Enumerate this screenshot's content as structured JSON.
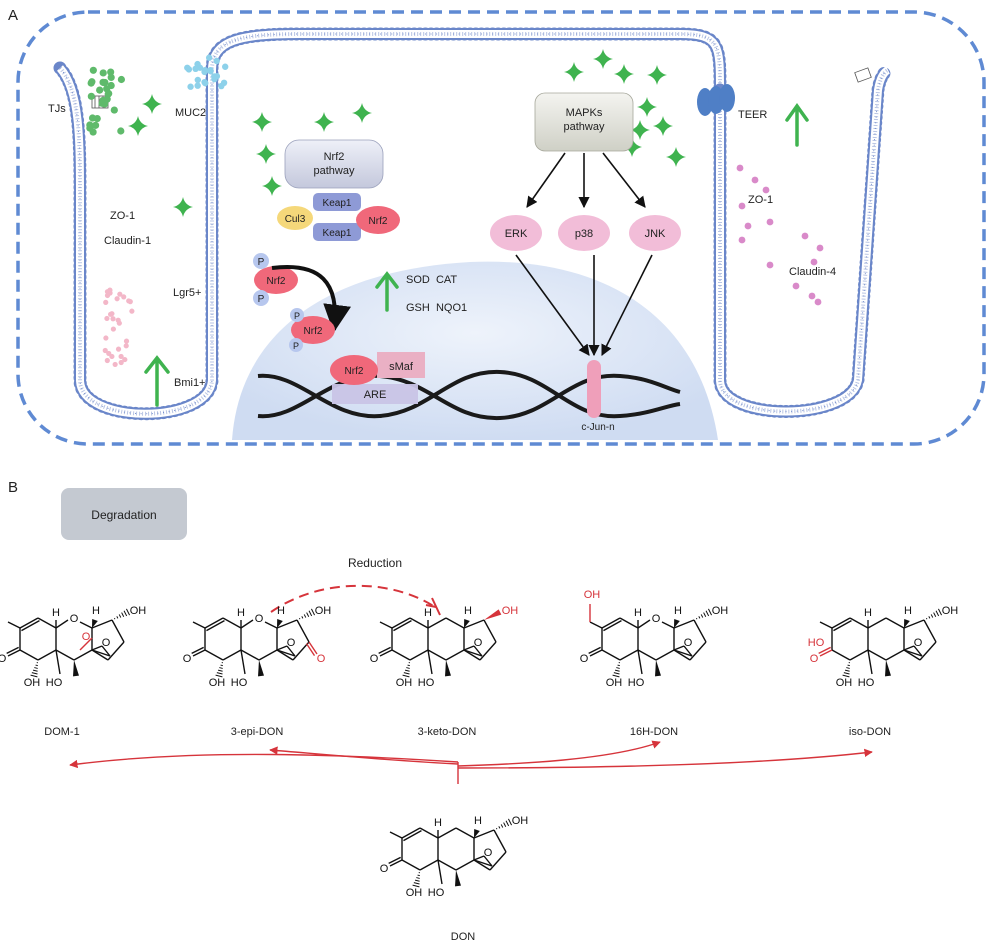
{
  "panel_a": {
    "label": "A",
    "left_cell": {
      "tjs": "TJs",
      "muc2": "MUC2",
      "zo1": "ZO-1",
      "claudin1": "Claudin-1",
      "lgr5": "Lgr5+",
      "bmi1": "Bmi1+"
    },
    "center_cell": {
      "nrf2_pathway": "Nrf2\npathway",
      "keap1_top": "Keap1",
      "keap1_bottom": "Keap1",
      "cul3": "Cul3",
      "nrf2_complex": "Nrf2",
      "nrf2_phos": "Nrf2",
      "nrf2_nuclear": "Nrf2",
      "p": "P",
      "antioxidants_line1": "SOD  CAT",
      "antioxidants_line2": "GSH  NQO1",
      "nrf2_dna": "Nrf2",
      "smaf": "sMaf",
      "are": "ARE",
      "mapks_pathway": "MAPKs\npathway",
      "erk": "ERK",
      "p38": "p38",
      "jnk": "JNK",
      "cjun": "c-Jun-n"
    },
    "right_cell": {
      "teer": "TEER",
      "zo1": "ZO-1",
      "claudin4": "Claudin-4"
    },
    "colors": {
      "membrane": "#6a86c9",
      "dashed_border": "#5f8ad3",
      "star": "#3fb34f",
      "up_arrow": "#3fb34f",
      "nrf2": "#f0687a",
      "keap1": "#8e9ad6",
      "cul3": "#f5d87a",
      "phosphate": "#b7c7ee",
      "kinase": "#f2bdd8",
      "nucleus": "#dfe9f8"
    }
  },
  "panel_b": {
    "label": "B",
    "degradation": "Degradation",
    "reduction": "Reduction",
    "compounds": {
      "dom1": "DOM-1",
      "epi": "3-epi-DON",
      "keto": "3-keto-DON",
      "h16": "16H-DON",
      "iso": "iso-DON",
      "don": "DON"
    },
    "atoms": {
      "o": "O",
      "oh": "OH",
      "ho": "HO",
      "h": "H"
    },
    "colors": {
      "arrow": "#d6343b",
      "highlight": "#d6343b"
    }
  }
}
